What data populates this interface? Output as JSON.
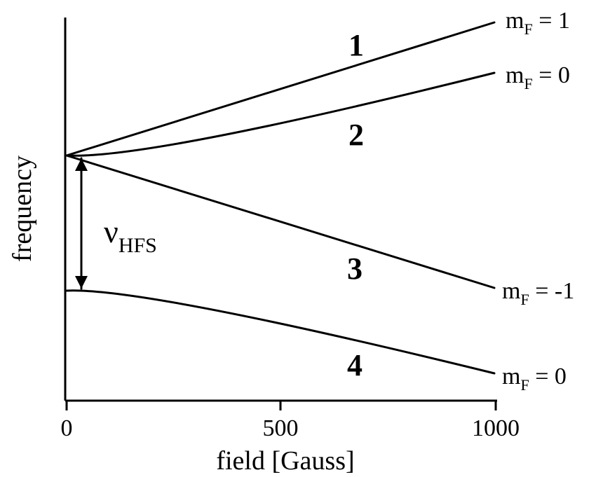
{
  "axes": {
    "x_label": "field [Gauss]",
    "y_label": "frequency",
    "x_ticks": [
      "0",
      "500",
      "1000"
    ]
  },
  "levels": [
    {
      "number": "1",
      "mf_main": "m",
      "mf_sub": "F",
      "mf_value": " = 1"
    },
    {
      "number": "2",
      "mf_main": "m",
      "mf_sub": "F",
      "mf_value": " = 0"
    },
    {
      "number": "3",
      "mf_main": "m",
      "mf_sub": "F",
      "mf_value": " = -1"
    },
    {
      "number": "4",
      "mf_main": "m",
      "mf_sub": "F",
      "mf_value": " = 0"
    }
  ],
  "splitting": {
    "symbol": "ν",
    "subscript": "HFS"
  }
}
